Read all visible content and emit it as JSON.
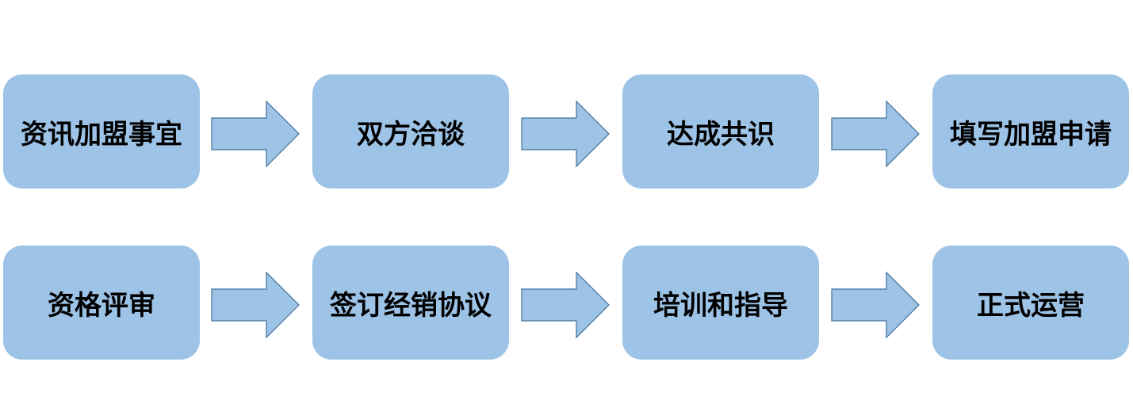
{
  "colors": {
    "box_fill": "#9dc3e6",
    "arrow_fill": "#9dc3e6",
    "arrow_stroke": "#41719c",
    "text": "#000000",
    "background": "#ffffff"
  },
  "flow": {
    "row1": [
      {
        "label": "资讯加盟事宜"
      },
      {
        "label": "双方洽谈"
      },
      {
        "label": "达成共识"
      },
      {
        "label": "填写加盟申请"
      }
    ],
    "row2": [
      {
        "label": "资格评审"
      },
      {
        "label": "签订经销协议"
      },
      {
        "label": "培训和指导"
      },
      {
        "label": "正式运营"
      }
    ]
  },
  "icons": {
    "connector": "right-arrow-icon"
  }
}
